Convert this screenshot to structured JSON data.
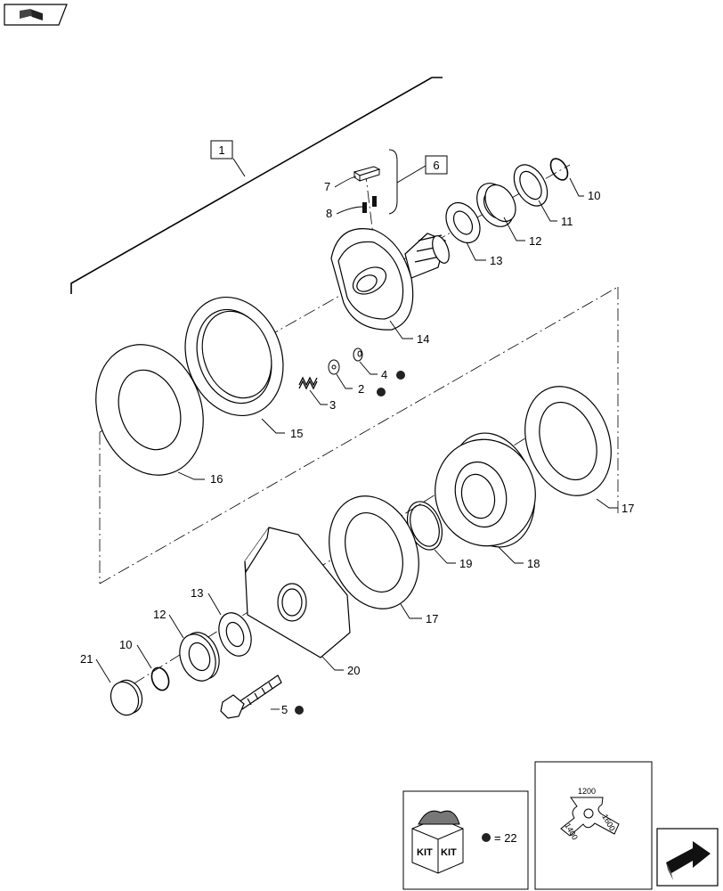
{
  "nav": {
    "back_icon": "book-back-icon",
    "forward_icon": "next-page-arrow-icon"
  },
  "groups": {
    "assembly": "1",
    "subassembly": "6"
  },
  "callouts": {
    "c2": "2",
    "c3": "3",
    "c4": "4",
    "c5": "5",
    "c7": "7",
    "c8": "8",
    "c9": "9",
    "c10a": "10",
    "c10b": "10",
    "c11": "11",
    "c12a": "12",
    "c12b": "12",
    "c13a": "13",
    "c13b": "13",
    "c14": "14",
    "c15": "15",
    "c16": "16",
    "c17a": "17",
    "c17b": "17",
    "c18": "18",
    "c19": "19",
    "c20": "20",
    "c21": "21"
  },
  "kit": {
    "label_1": "KIT",
    "label_2": "KIT",
    "equals": "= 22"
  },
  "detail9": {
    "mark_top": "1200",
    "mark_left": "1400",
    "mark_right": "1600"
  }
}
